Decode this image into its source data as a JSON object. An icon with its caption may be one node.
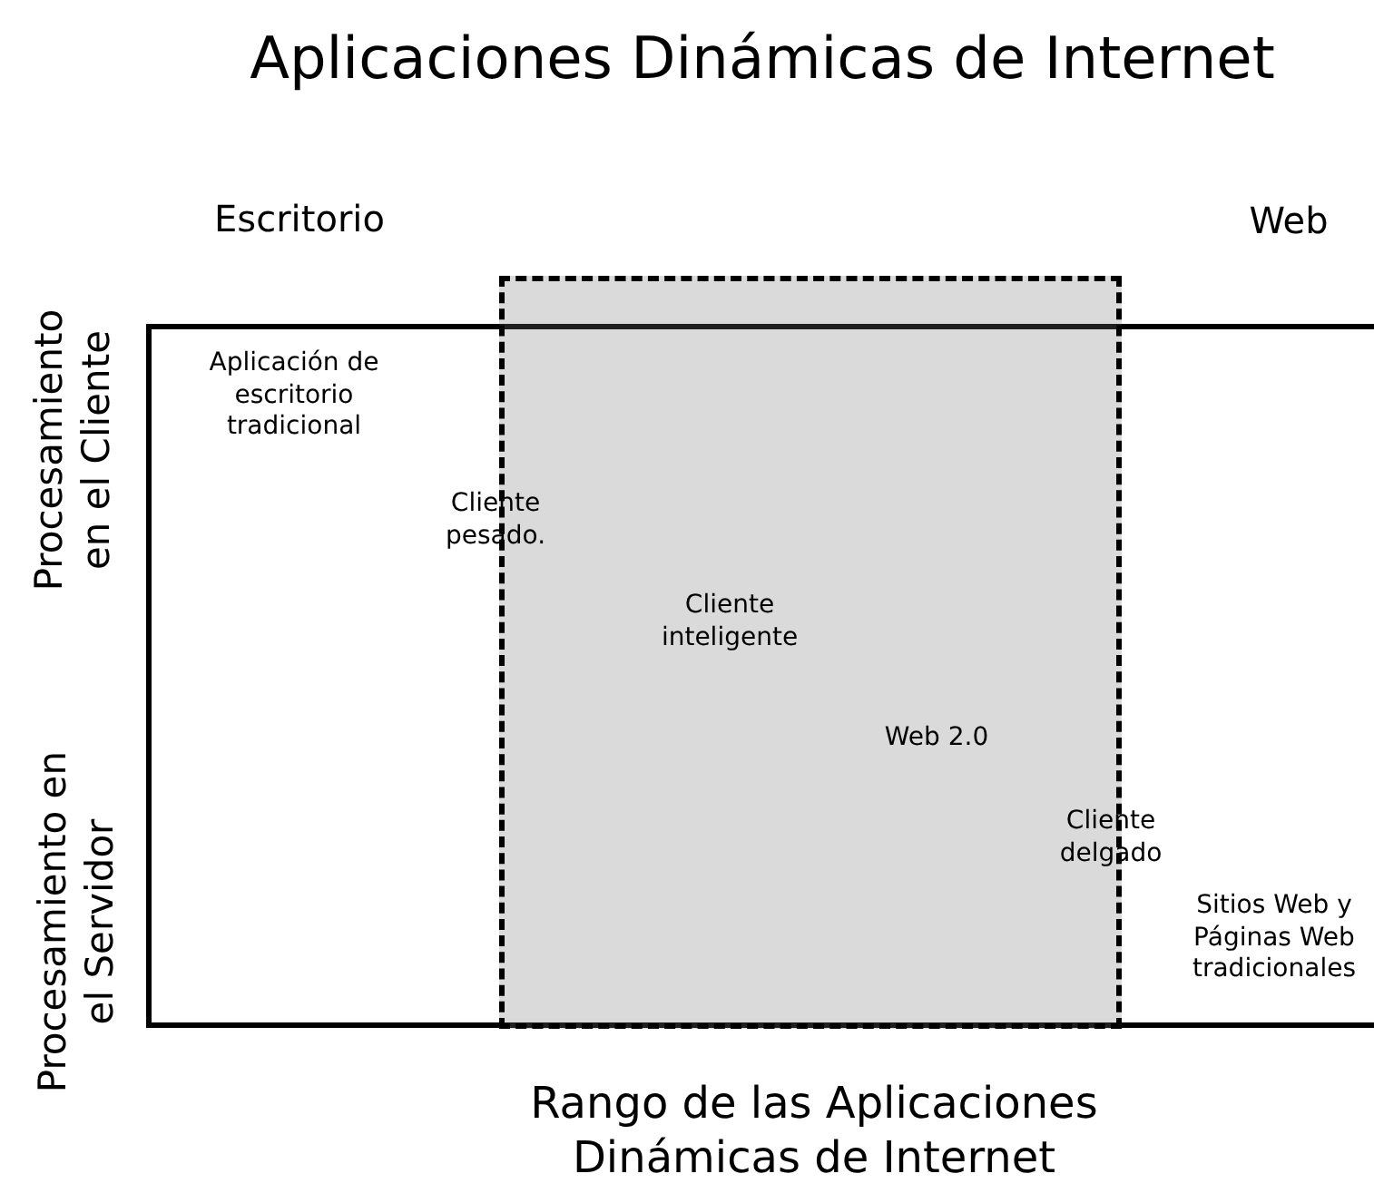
{
  "diagram": {
    "title": "Aplicaciones Dinámicas de Internet",
    "nodes": [
      {
        "text": [
          "Rango de las Aplicaciones Dinámicas de Internet"
        ]
      }
    ],
    "labels": [
      "Escritorio",
      "Web",
      "Procesamiento en el Cliente",
      "Aplicación de escritorio tradicional",
      "Cliente pesado.",
      "Cliente inteligente",
      "Web 2.0",
      "Procesamiento en el Servidor",
      "Cliente delgado",
      "Sitios Web y Páginas Web tradicionales"
    ]
  }
}
